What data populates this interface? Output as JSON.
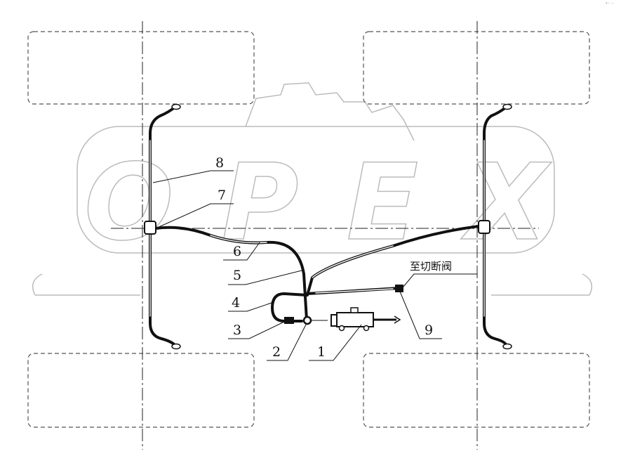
{
  "diagram": {
    "part_labels": [
      "1",
      "2",
      "3",
      "4",
      "5",
      "6",
      "7",
      "8",
      "9"
    ],
    "annotation": "至切断阀",
    "watermark": "OPEX",
    "corner_mark": "r·· ···"
  }
}
